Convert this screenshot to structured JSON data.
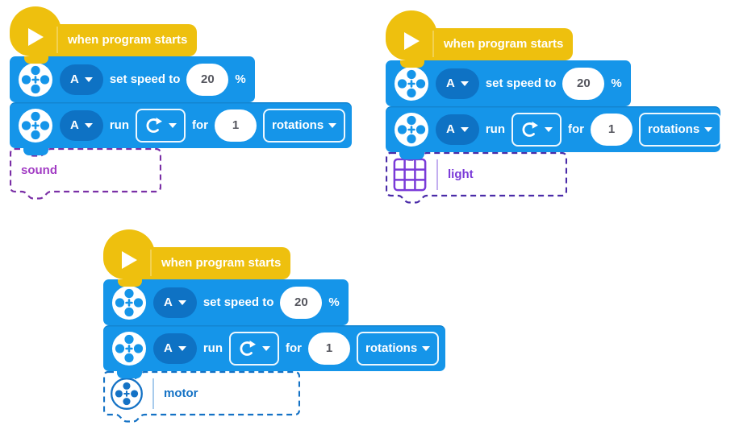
{
  "app": {
    "name": "word-blocks programming canvas",
    "background": "#ffffff"
  },
  "colors": {
    "hat_yellow": "#EEC00E",
    "block_blue": "#1595E9",
    "dropdown_dark_blue": "#0E72C4",
    "value_text": "#55565E",
    "sound_label": "#A23CC4",
    "sound_dash": "#7A2FA6",
    "light_label": "#7A3AD8",
    "light_dash": "#4A2BA8",
    "motor_blue": "#1472C5"
  },
  "icons": {
    "play_icon": "white right-pointing triangle",
    "motor_icon": "white wheel circle with four blue holes and center plus",
    "motor_outline_icon": "blue outlined wheel circle with four dots and center plus",
    "light_matrix_icon": "purple 3x3 grid",
    "clockwise_arrow_icon": "clockwise circular arrow",
    "caret_down_icon": "small down triangle"
  },
  "stacks": [
    {
      "hat_label": "when program starts",
      "set_speed_block": {
        "port": "A",
        "label": "set speed to",
        "value": "20",
        "unit": "%"
      },
      "run_block": {
        "port": "A",
        "run_label": "run",
        "for_label": "for",
        "value": "1",
        "unit_selected": "rotations"
      },
      "placeholder": {
        "label": "sound"
      }
    },
    {
      "hat_label": "when program starts",
      "set_speed_block": {
        "port": "A",
        "label": "set speed to",
        "value": "20",
        "unit": "%"
      },
      "run_block": {
        "port": "A",
        "run_label": "run",
        "for_label": "for",
        "value": "1",
        "unit_selected": "rotations"
      },
      "placeholder": {
        "label": "light",
        "icon": "light-matrix-icon"
      }
    },
    {
      "hat_label": "when program starts",
      "set_speed_block": {
        "port": "A",
        "label": "set speed to",
        "value": "20",
        "unit": "%"
      },
      "run_block": {
        "port": "A",
        "run_label": "run",
        "for_label": "for",
        "value": "1",
        "unit_selected": "rotations"
      },
      "placeholder": {
        "label": "motor",
        "icon": "motor-icon"
      }
    }
  ]
}
